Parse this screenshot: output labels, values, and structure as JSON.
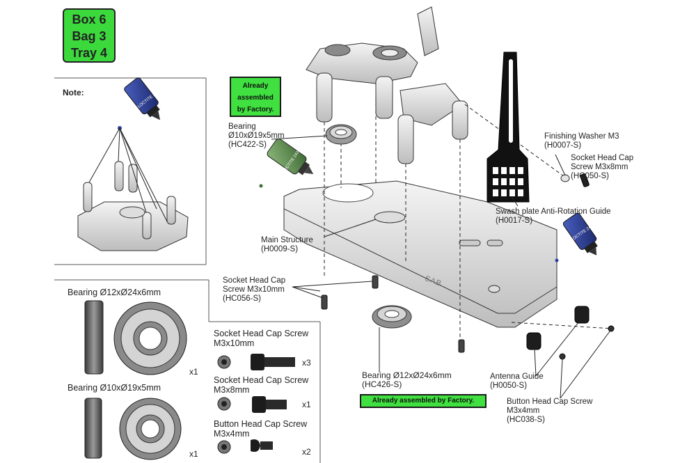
{
  "box_tag": {
    "line1": "Box 6",
    "line2": "Bag 3",
    "line3": "Tray 4"
  },
  "note_panel": {
    "title": "Note:",
    "bottle_text": "LOCTITE 243"
  },
  "factory_note_top": {
    "line1": "Already",
    "line2": "assembled",
    "line3": "by Factory."
  },
  "factory_note_bottom": {
    "text": "Already assembled by Factory."
  },
  "callouts": {
    "bearing_top": {
      "line1": "Bearing",
      "line2": "Ø10xØ19x5mm",
      "line3": "(HC422-S)"
    },
    "main_structure": {
      "line1": "Main Structure",
      "line2": "(H0009-S)"
    },
    "socket_m3x10": {
      "line1": "Socket Head Cap",
      "line2": "Screw M3x10mm",
      "line3": "(HC056-S)"
    },
    "finishing_washer": {
      "line1": "Finishing Washer M3",
      "line2": "(H0007-S)"
    },
    "socket_m3x8": {
      "line1": "Socket Head Cap",
      "line2": "Screw M3x8mm",
      "line3": "(HC050-S)"
    },
    "swash_guide": {
      "line1": "Swash plate Anti-Rotation Guide",
      "line2": "(H0017-S)"
    },
    "bearing_bottom": {
      "line1": "Bearing Ø12xØ24x6mm",
      "line2": "(HC426-S)"
    },
    "antenna_guide": {
      "line1": "Antenna Guide",
      "line2": "(H0050-S)"
    },
    "button_m3x4": {
      "line1": "Button Head Cap Screw",
      "line2": "M3x4mm",
      "line3": "(HC038-S)"
    },
    "bottle_mid_text": "LOCTITE 243",
    "bottle_right_text": "LOCTITE 243",
    "frame_logo": "SAB"
  },
  "hardware_list": {
    "bearing_12": {
      "title": "Bearing Ø12xØ24x6mm",
      "qty": "x1"
    },
    "bearing_10": {
      "title": "Bearing Ø10xØ19x5mm",
      "qty": "x1"
    },
    "screw_m3x10": {
      "title1": "Socket Head Cap Screw",
      "title2": "M3x10mm",
      "qty": "x3"
    },
    "screw_m3x8": {
      "title1": "Socket Head Cap Screw",
      "title2": "M3x8mm",
      "qty": "x1"
    },
    "screw_button": {
      "title1": "Button Head Cap Screw",
      "title2": "M3x4mm",
      "qty": "x2"
    }
  },
  "colors": {
    "green": "#3cd93c",
    "bottle_blue": "#2c3f9a",
    "bottle_green": "#5a8c4a",
    "line": "#333333"
  }
}
